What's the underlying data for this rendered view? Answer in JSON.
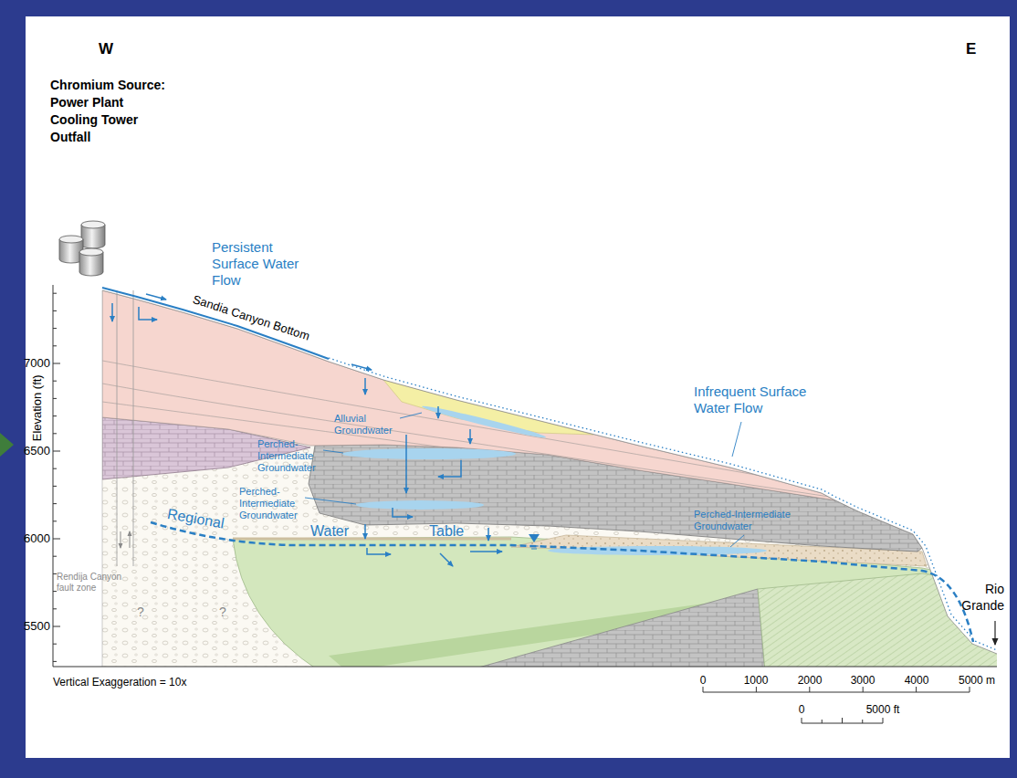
{
  "diagram": {
    "labels": [
      "W",
      "E",
      "Chromium Source: Power Plant Cooling Tower Outfall",
      "Persistent Surface Water Flow",
      "Sandia Canyon Bottom",
      "Infrequent Surface Water Flow",
      "Alluvial Groundwater",
      "Perched-Intermediate Groundwater",
      "Perched-Intermediate Groundwater",
      "Perched-Intermediate Groundwater",
      "Regional",
      "Water",
      "Table",
      "Rendija Canyon fault zone",
      "?",
      "?",
      "Rio Grande",
      "Elevation (ft)",
      "7000",
      "6500",
      "6000",
      "5500",
      "Vertical Exaggeration = 10x",
      "0",
      "1000",
      "2000",
      "3000",
      "4000",
      "5000 m",
      "0",
      "5000 ft"
    ]
  }
}
